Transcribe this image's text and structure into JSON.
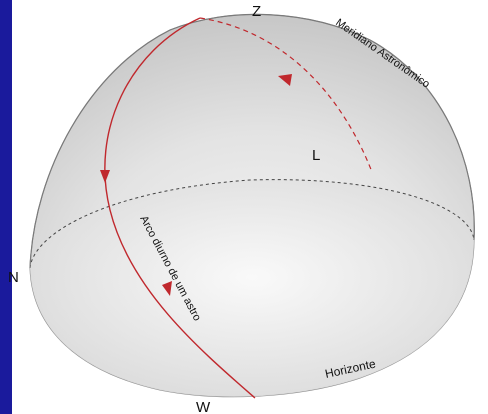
{
  "diagram": {
    "labels": {
      "zenith": "Z",
      "east": "L",
      "north": "N",
      "west": "W",
      "meridian": "Meridiano Astronômico",
      "diurnal_arc": "Arco diurno de um astro",
      "horizon": "Horizonte"
    },
    "colors": {
      "background_border": "#1a1a9c",
      "panel": "#ffffff",
      "dome_fill": "#e6e6e6",
      "dome_edge": "#8c8c8c",
      "arc": "#c0282d"
    }
  }
}
